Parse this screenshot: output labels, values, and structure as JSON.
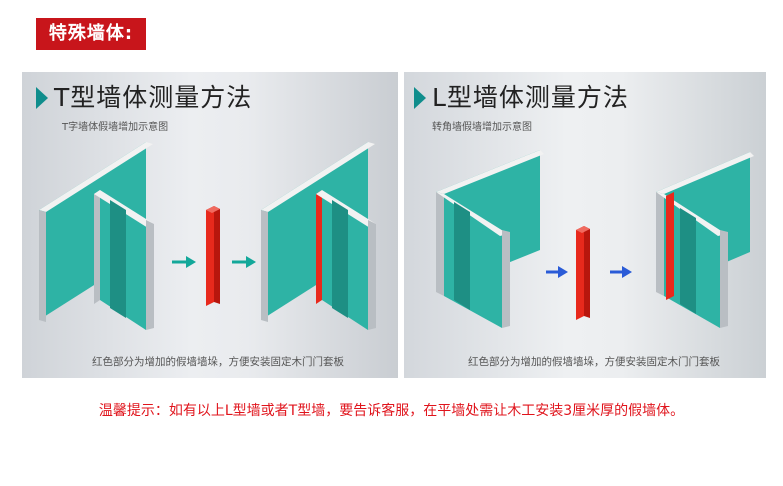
{
  "badge": "特殊墙体:",
  "panels": [
    {
      "title": "T型墙体测量方法",
      "subtitle": "T字墙体假墙增加示意图",
      "caption": "红色部分为增加的假墙墙垛，方便安装固定木门门套板"
    },
    {
      "title": "L型墙体测量方法",
      "subtitle": "转角墙假墙增加示意图",
      "caption": "红色部分为增加的假墙墙垛，方便安装固定木门门套板"
    }
  ],
  "tip": "温馨提示：如有以上L型墙或者T型墙，要告诉客服，在平墙处需让木工安装3厘米厚的假墙体。",
  "colors": {
    "badge": "#c8151b",
    "wall_face": "#2eb3a5",
    "wall_edge": "#b9bec3",
    "wall_top": "#f2f2f2",
    "added_wall": "#e8291c",
    "arrow_teal": "#13a89a",
    "arrow_blue": "#2a5bd7",
    "tip_text": "#e0141c"
  },
  "icons": [
    "triangle-marker-icon",
    "arrow-right-icon"
  ]
}
